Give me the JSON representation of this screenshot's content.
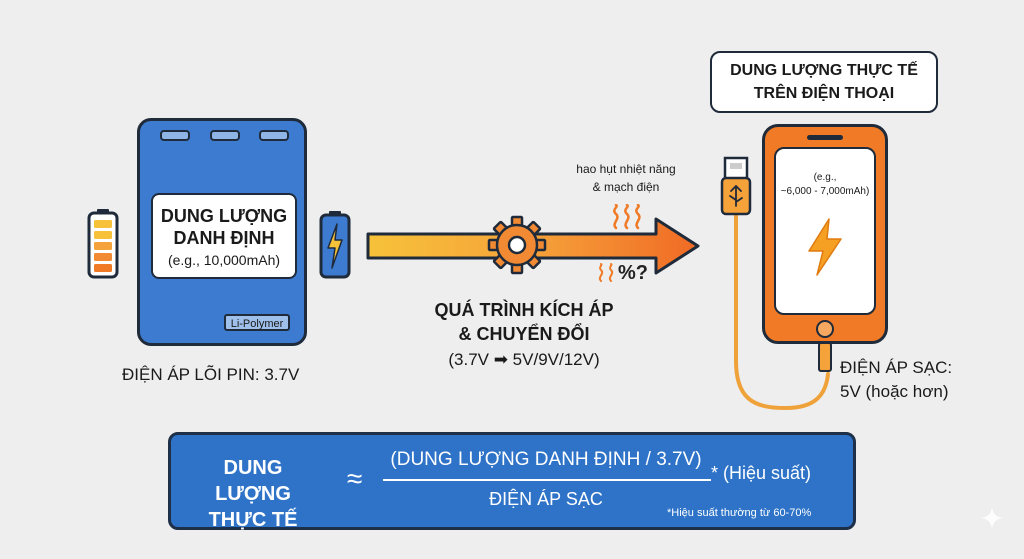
{
  "power_bank": {
    "capacity_title_1": "DUNG LƯỢNG",
    "capacity_title_2": "DANH ĐỊNH",
    "capacity_example": "(e.g., 10,000mAh)",
    "chemistry_label": "Li-Polymer",
    "core_voltage_caption": "ĐIỆN ÁP LÕI PIN: 3.7V"
  },
  "process": {
    "title_1": "QUÁ TRÌNH KÍCH ÁP",
    "title_2": "& CHUYỂN ĐỔI",
    "voltages": "(3.7V ➡ 5V/9V/12V)",
    "loss_label_1": "hao hụt nhiệt năng",
    "loss_label_2": "& mạch điện",
    "loss_marker": "%?"
  },
  "phone": {
    "box_title_1": "DUNG LƯỢNG THỰC TẾ",
    "box_title_2": "TRÊN ĐIỆN THOẠI",
    "example_1": "(e.g.,",
    "example_2": "~6,000 - 7,000mAh)",
    "charge_voltage_1": "ĐIỆN ÁP SẠC:",
    "charge_voltage_2": "5V (hoặc hơn)"
  },
  "formula": {
    "left_1": "DUNG LƯỢNG",
    "left_2": "THỰC TẾ",
    "approx": "≈",
    "numerator": "(DUNG LƯỢNG DANH ĐỊNH / 3.7V)",
    "denominator": "ĐIỆN ÁP SẠC",
    "multiplier": "* (Hiệu suất)",
    "note": "*Hiệu suất thường từ 60-70%"
  },
  "colors": {
    "blue": "#3d7bd1",
    "orange": "#f07a25",
    "yellow": "#f7c23a",
    "outline": "#1f2b3a"
  }
}
